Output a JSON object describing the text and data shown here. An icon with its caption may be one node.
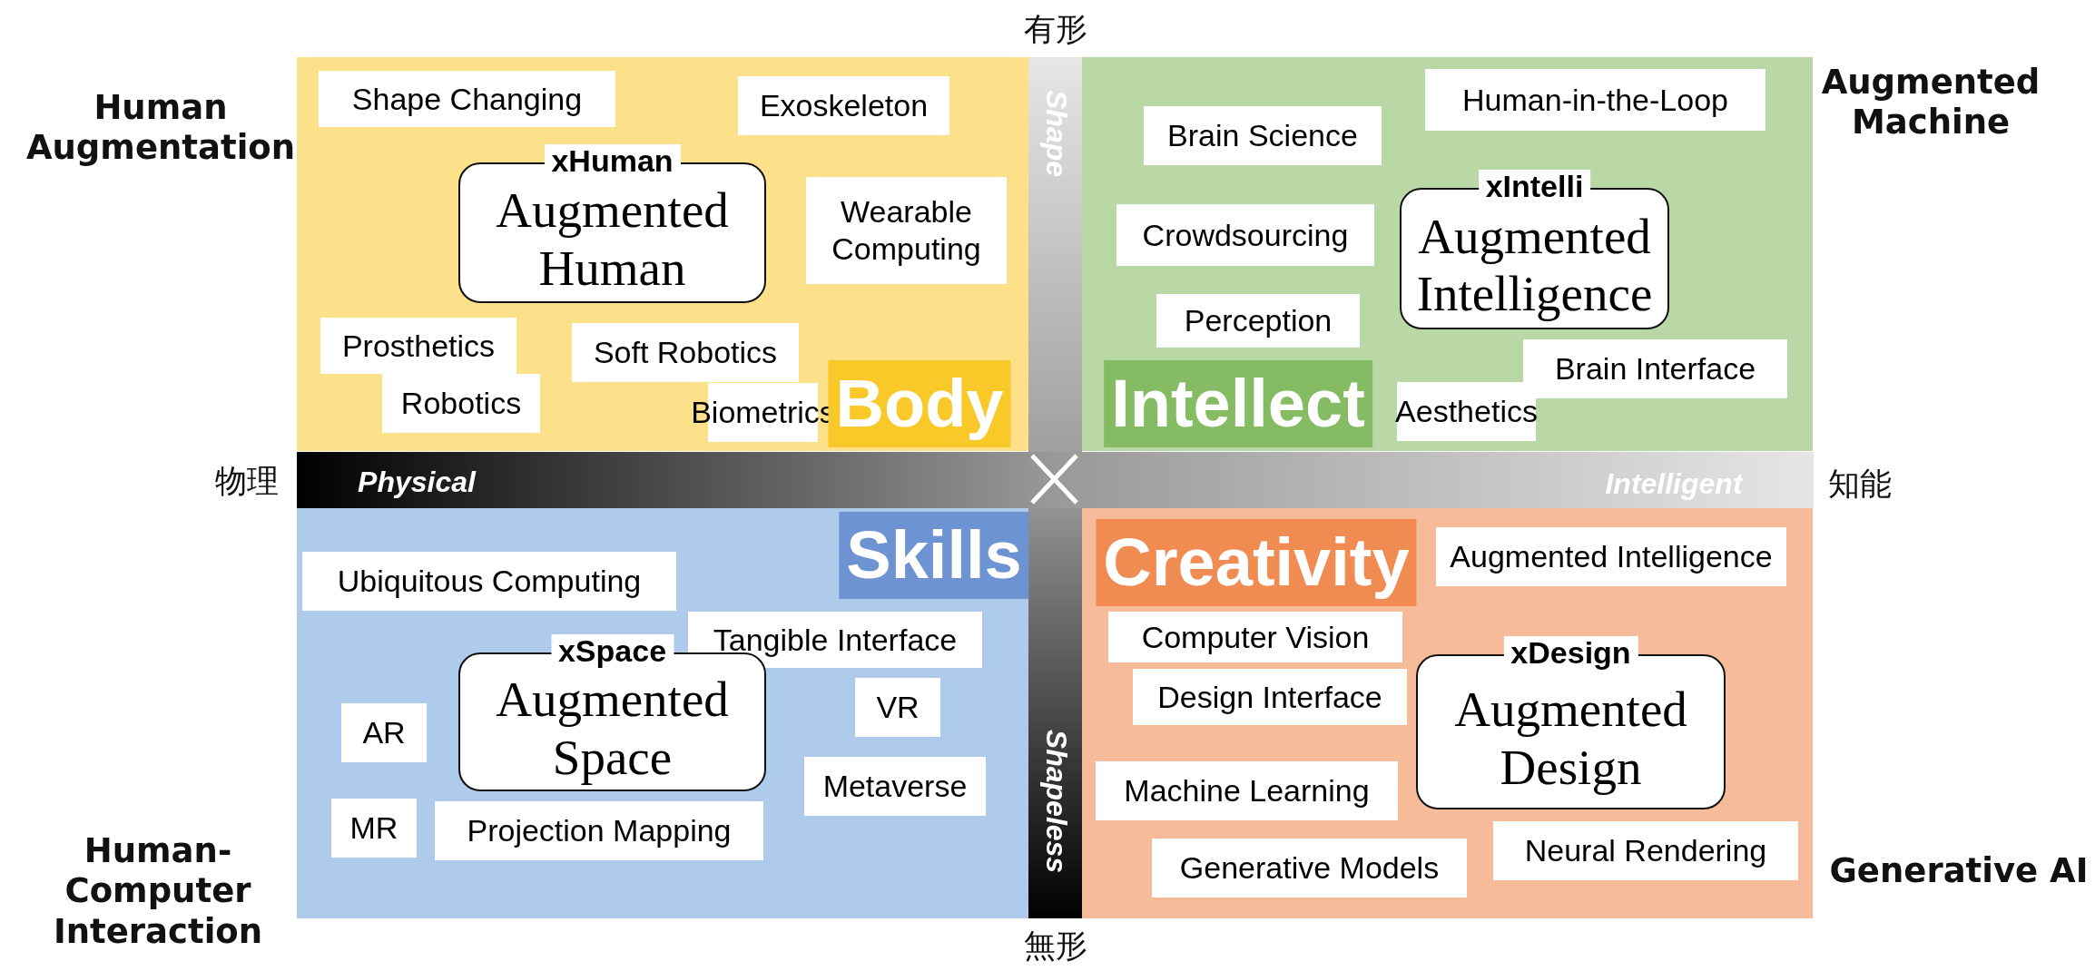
{
  "diagram": {
    "nodes": [
      {
        "text": [],
        "shape": "box"
      },
      {
        "text": [
          "Shape Changing"
        ],
        "in": 0
      },
      {
        "text": [
          "Exoskeleton"
        ],
        "in": 0
      },
      {
        "text": [
          "xHuman",
          "Augmented Human"
        ],
        "in": 0
      },
      {
        "text": [
          "Wearable Computing"
        ],
        "in": 0
      },
      {
        "text": [
          "Prosthetics"
        ],
        "in": 0
      },
      {
        "text": [
          "Soft Robotics"
        ],
        "in": 0
      },
      {
        "text": [
          "Robotics"
        ],
        "in": 0
      },
      {
        "text": [
          "Biometrics"
        ],
        "in": 0
      },
      {
        "text": [],
        "shape": "box"
      },
      {
        "text": [
          "Human-in-the-Loop"
        ],
        "in": 9
      },
      {
        "text": [
          "Brain Science"
        ],
        "in": 9
      },
      {
        "text": [
          "Crowdsourcing"
        ],
        "in": 9
      },
      {
        "text": [
          "xIntelli",
          "Augmented Intelligence"
        ],
        "in": 9
      },
      {
        "text": [
          "Perception"
        ],
        "in": 9
      },
      {
        "text": [
          "Brain Interface"
        ],
        "in": 9
      },
      {
        "text": [
          "Aesthetics"
        ],
        "in": 9
      },
      {
        "text": [],
        "shape": "box"
      },
      {
        "text": [
          "Ubiquitous Computing"
        ],
        "in": 17
      },
      {
        "text": [
          "Tangible Interface"
        ],
        "in": 17
      },
      {
        "text": [
          "xSpace",
          "Augmented Space"
        ],
        "in": 17
      },
      {
        "text": [
          "VR"
        ],
        "in": 17
      },
      {
        "text": [
          "AR"
        ],
        "in": 17
      },
      {
        "text": [
          "Metaverse"
        ],
        "in": 17
      },
      {
        "text": [
          "MR"
        ],
        "in": 17
      },
      {
        "text": [
          "Projection Mapping"
        ],
        "in": 17
      },
      {
        "text": [],
        "shape": "box"
      },
      {
        "text": [
          "Augmented Intelligence"
        ],
        "in": 26
      },
      {
        "text": [
          "Computer Vision"
        ],
        "in": 26
      },
      {
        "text": [
          "Design Interface"
        ],
        "in": 26
      },
      {
        "text": [
          "xDesign",
          "Augmented Design"
        ],
        "in": 26
      },
      {
        "text": [
          "Machine Learning"
        ],
        "in": 26
      },
      {
        "text": [
          "Neural Rendering"
        ],
        "in": 26
      },
      {
        "text": [
          "Generative Models"
        ],
        "in": 26
      }
    ],
    "labels": [
      "有形",
      "Human Augmentation",
      "Shape",
      "Augmented Machine",
      "Body",
      "Intellect",
      "物理",
      "Physical",
      "Intelligent",
      "知能",
      "Skills",
      "Creativity",
      "Shapeless",
      "Human-Computer Interaction",
      "Generative AI",
      "無形"
    ]
  }
}
